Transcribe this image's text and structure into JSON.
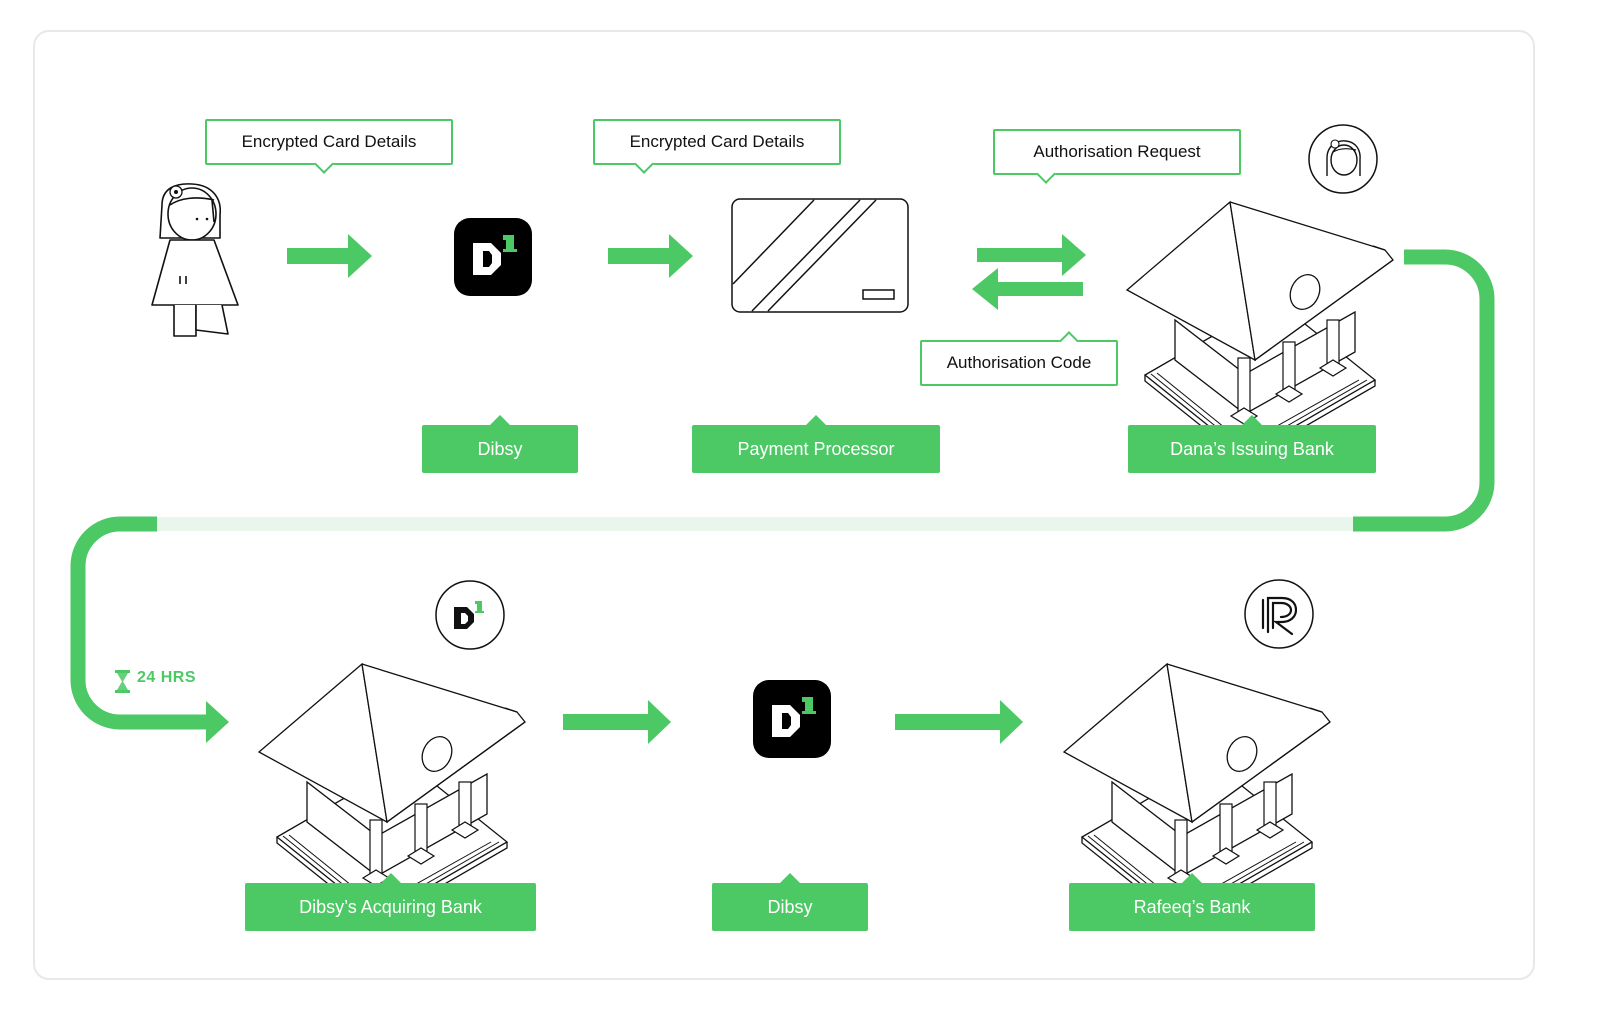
{
  "callouts": {
    "encrypted_1": "Encrypted Card Details",
    "encrypted_2": "Encrypted Card Details",
    "auth_request": "Authorisation Request",
    "auth_code": "Authorisation Code"
  },
  "labels": {
    "dibsy_top": "Dibsy",
    "payment_processor": "Payment Processor",
    "issuing_bank": "Dana’s Issuing Bank",
    "acquiring_bank": "Dibsy’s Acquiring Bank",
    "dibsy_bottom": "Dibsy",
    "rafeeq_bank": "Rafeeq’s Bank"
  },
  "timer": {
    "text": "24 HRS"
  },
  "logo": {
    "letter": "D",
    "superscript": "1"
  },
  "colors": {
    "accent": "#4cc865",
    "accent_light": "#e8f6ec",
    "ink": "#111111",
    "frame": "#e6e8ea"
  },
  "icons": [
    "person-icon",
    "dibsy-logo-icon",
    "card-icon",
    "bank-icon",
    "hourglass-icon",
    "rafeeq-logo-icon"
  ]
}
